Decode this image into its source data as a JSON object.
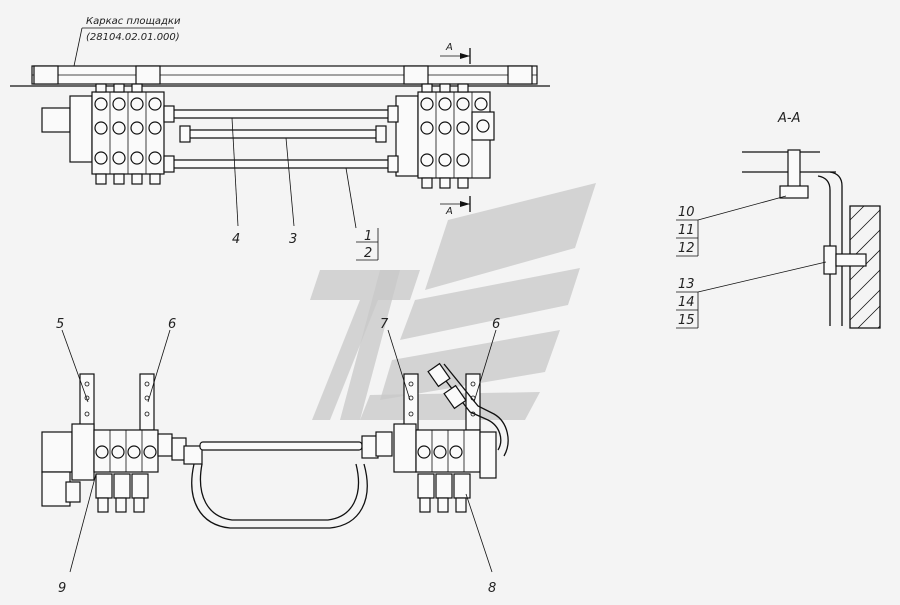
{
  "frame_label": {
    "title": "Каркас площадки",
    "code": "(28104.02.01.000)"
  },
  "section_arrow_label": "А",
  "section_title": "А-А",
  "callouts_top": [
    "4",
    "3",
    "1",
    "2"
  ],
  "callouts_bottom": [
    "5",
    "6",
    "7",
    "6",
    "9",
    "8"
  ],
  "callouts_section": [
    "10",
    "11",
    "12",
    "13",
    "14",
    "15"
  ],
  "colors": {
    "line": "#111111",
    "background": "#f4f4f4",
    "watermark": "#c8c8c8"
  }
}
